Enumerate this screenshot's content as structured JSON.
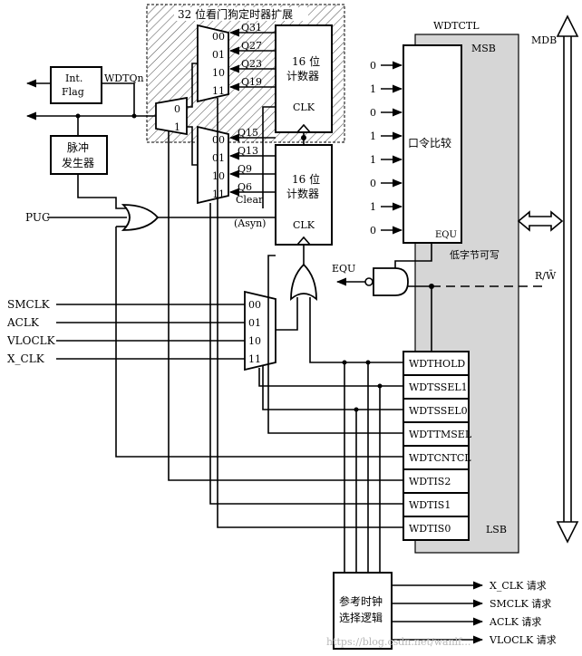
{
  "wdt_ext_title": "32 位看门狗定时器扩展",
  "wdtctl_title": "WDTCTL",
  "msb": "MSB",
  "lsb": "LSB",
  "mdb": "MDB",
  "mux_top_inputs": [
    "00",
    "01",
    "10",
    "11"
  ],
  "mux_mid_inputs": [
    "00",
    "01",
    "10",
    "11"
  ],
  "mux_clk_inputs": [
    "00",
    "01",
    "10",
    "11"
  ],
  "mux_small_inputs": [
    "0",
    "1"
  ],
  "q_top": [
    "Q31",
    "Q27",
    "Q23",
    "Q19"
  ],
  "q_mid": [
    "Q15",
    "Q13",
    "Q9",
    "Q6"
  ],
  "counter_label": "16 位\n计数器",
  "clk": "CLK",
  "clear": "Clear",
  "asyn": "(Asyn)",
  "int_flag": "Int.\nFlag",
  "wdtqn": "WDTQn",
  "pulse_gen": "脉冲\n发生器",
  "puc": "PUC",
  "clock_inputs": [
    "SMCLK",
    "ACLK",
    "VLOCLK",
    "X_CLK"
  ],
  "compare_bits": [
    "0",
    "1",
    "0",
    "1",
    "1",
    "0",
    "1",
    "0"
  ],
  "compare_label": "口令比较",
  "equ_port": "EQU",
  "equ_out": "EQU",
  "low_byte_write": "低字节可写",
  "rw_label": "R/W̄",
  "registers": [
    "WDTHOLD",
    "WDTSSEL1",
    "WDTSSEL0",
    "WDTTMSEL",
    "WDTCNTCL",
    "WDTIS2",
    "WDTIS1",
    "WDTIS0"
  ],
  "ref_clock_logic": "参考时钟\n选择逻辑",
  "requests": [
    "X_CLK 请求",
    "SMCLK 请求",
    "ACLK 请求",
    "VLOCLK 请求"
  ],
  "watermark": "https://blog.csdn.net/wanlf..."
}
